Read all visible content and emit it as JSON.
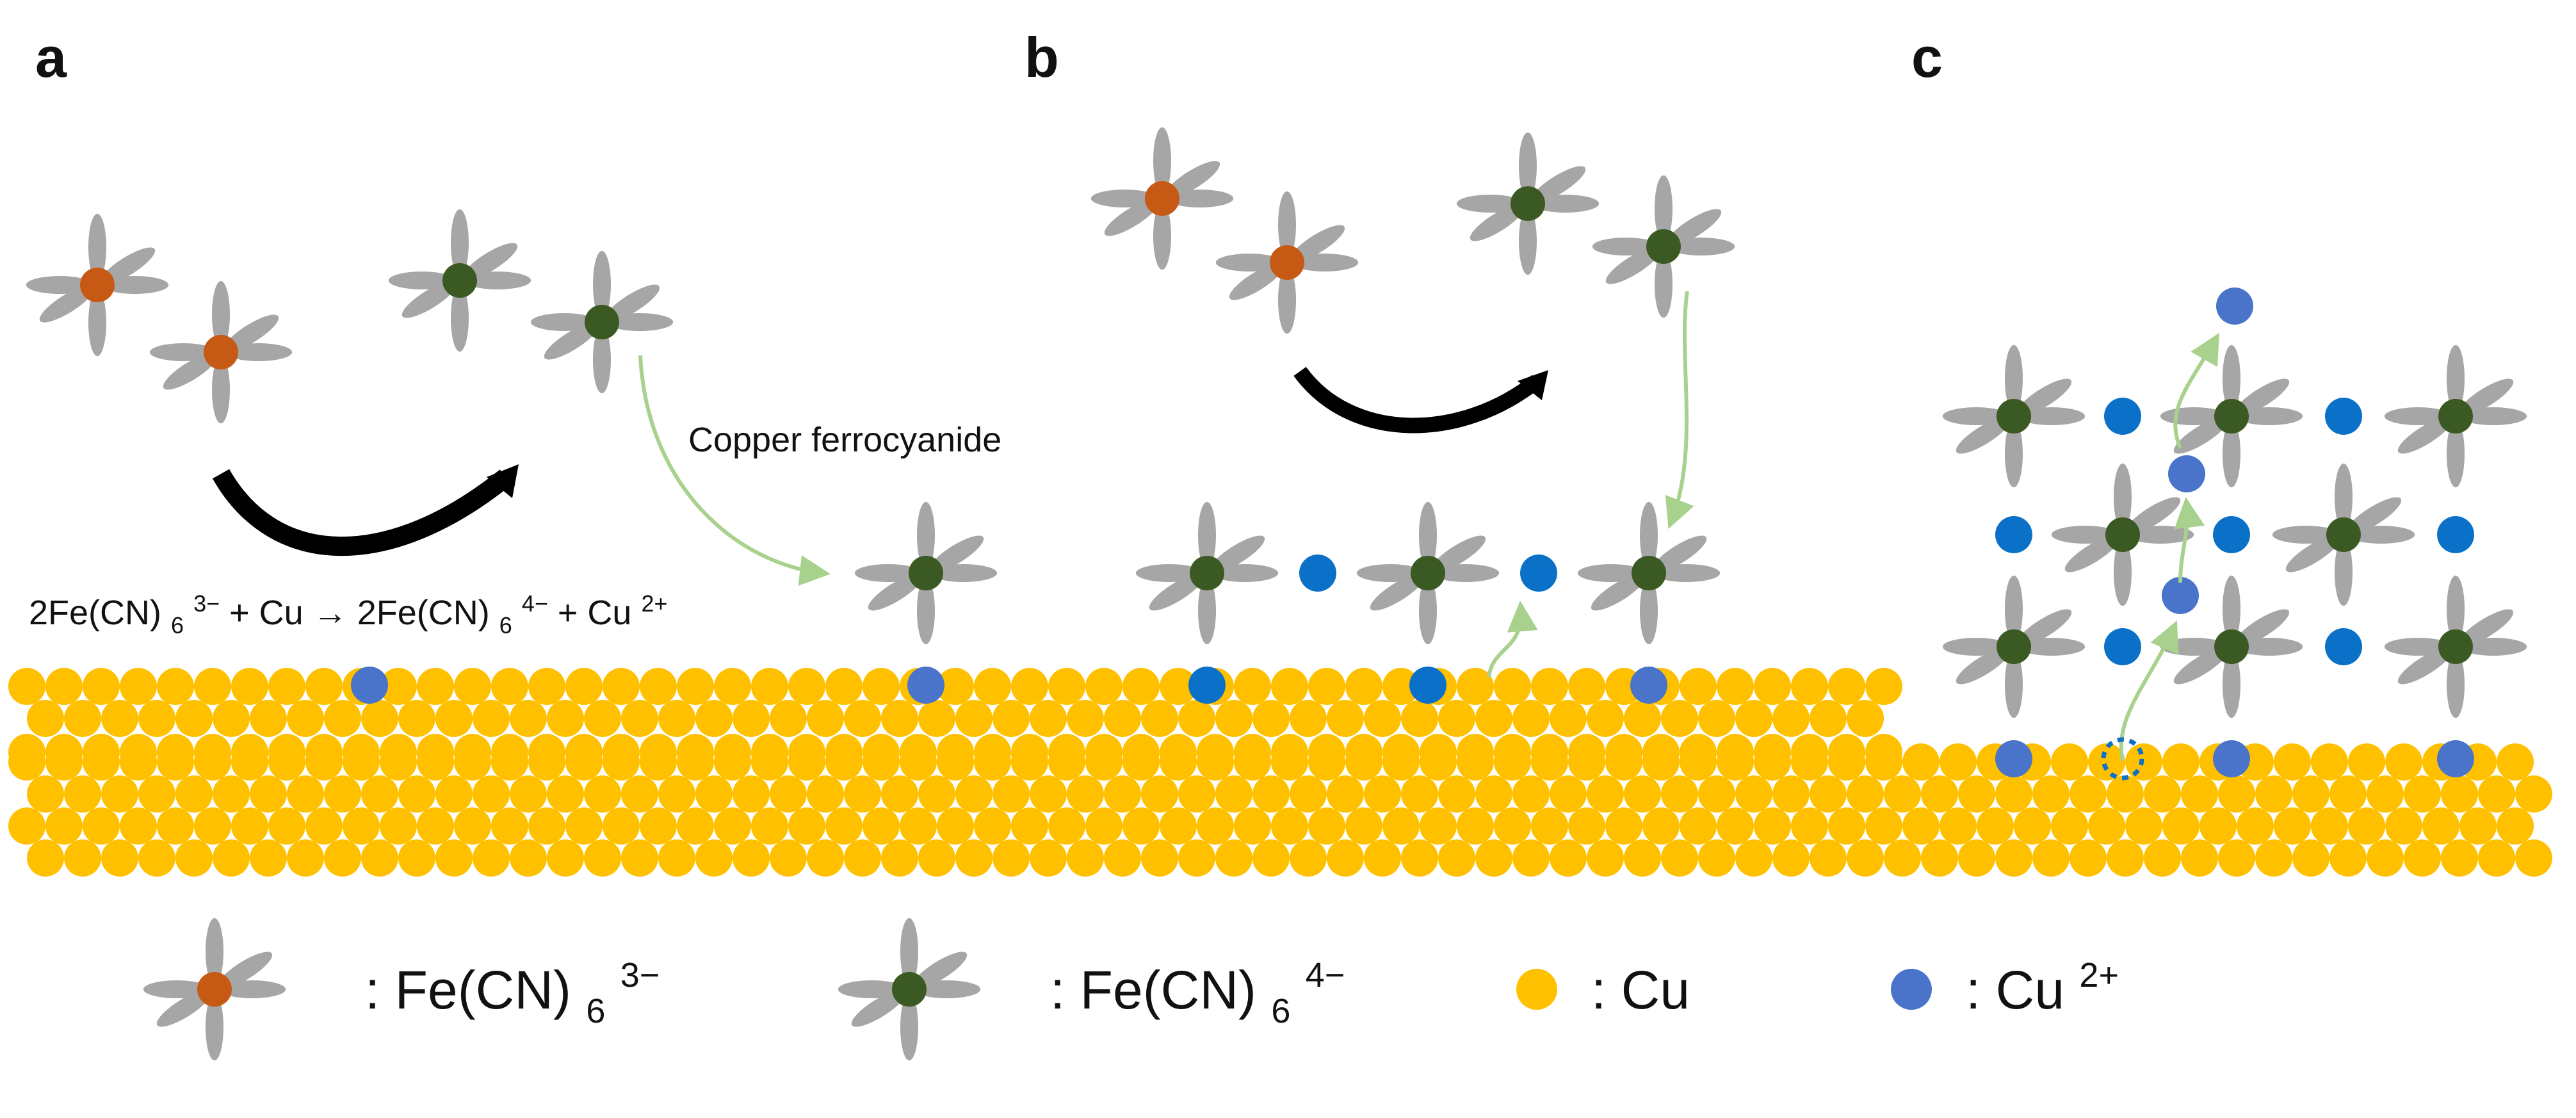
{
  "panels": {
    "a": {
      "label": "a"
    },
    "b": {
      "label": "b"
    },
    "c": {
      "label": "c"
    }
  },
  "equation": {
    "lhs_main": "2Fe(CN)",
    "lhs_sub": "6",
    "lhs_sup": "3−",
    "middle": " + Cu → 2Fe(CN)",
    "rhs_sub": "6",
    "rhs_sup": "4−",
    "tail": " + Cu",
    "tail_sup": "2+"
  },
  "caption": {
    "text": "Copper ferrocyanide"
  },
  "legend": {
    "fe3": {
      "main": ": Fe(CN)",
      "sub": "6",
      "sup": "3−"
    },
    "fe4": {
      "main": ": Fe(CN)",
      "sub": "6",
      "sup": "4−"
    },
    "cu": {
      "text": ": Cu"
    },
    "cu2": {
      "main": ": Cu",
      "sup": "2+"
    }
  },
  "colors": {
    "fe3_center": "#c65a14",
    "fe4_center": "#3b5a23",
    "ligand": "#a6a6a6",
    "cu_metal": "#ffc000",
    "cu2_ion": "#4a74c9",
    "cu2_ion_lattice": "#0b71c8",
    "migration_arrow": "#a9d18e",
    "reaction_arrow": "#000000"
  }
}
